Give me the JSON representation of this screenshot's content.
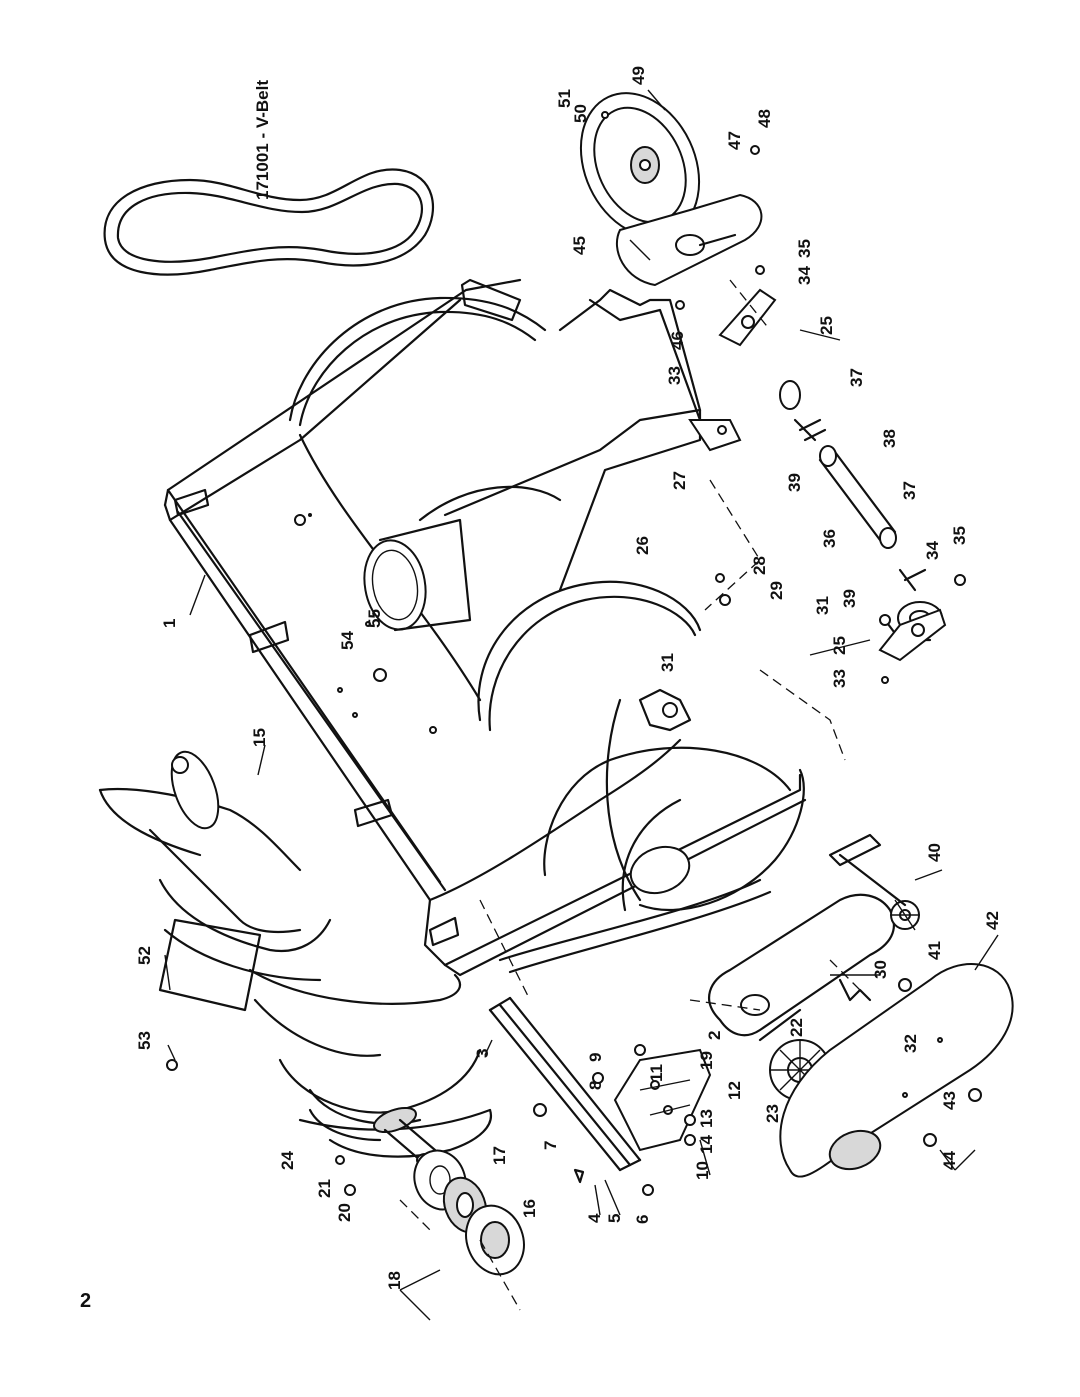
{
  "belt_caption": "171001 - V-Belt",
  "page_number": "2",
  "callouts": [
    {
      "id": "c1",
      "text": "1"
    },
    {
      "id": "c2",
      "text": "2"
    },
    {
      "id": "c3",
      "text": "3"
    },
    {
      "id": "c4",
      "text": "4"
    },
    {
      "id": "c5",
      "text": "5"
    },
    {
      "id": "c6",
      "text": "6"
    },
    {
      "id": "c7",
      "text": "7"
    },
    {
      "id": "c8",
      "text": "8"
    },
    {
      "id": "c9",
      "text": "9"
    },
    {
      "id": "c10",
      "text": "10"
    },
    {
      "id": "c11",
      "text": "11"
    },
    {
      "id": "c12",
      "text": "12"
    },
    {
      "id": "c13",
      "text": "13"
    },
    {
      "id": "c14",
      "text": "14"
    },
    {
      "id": "c15",
      "text": "15"
    },
    {
      "id": "c16",
      "text": "16"
    },
    {
      "id": "c17",
      "text": "17"
    },
    {
      "id": "c18",
      "text": "18"
    },
    {
      "id": "c19",
      "text": "19"
    },
    {
      "id": "c20",
      "text": "20"
    },
    {
      "id": "c21",
      "text": "21"
    },
    {
      "id": "c22",
      "text": "22"
    },
    {
      "id": "c23",
      "text": "23"
    },
    {
      "id": "c24",
      "text": "24"
    },
    {
      "id": "c25a",
      "text": "25"
    },
    {
      "id": "c25b",
      "text": "25"
    },
    {
      "id": "c26",
      "text": "26"
    },
    {
      "id": "c27",
      "text": "27"
    },
    {
      "id": "c28",
      "text": "28"
    },
    {
      "id": "c29",
      "text": "29"
    },
    {
      "id": "c30",
      "text": "30"
    },
    {
      "id": "c31a",
      "text": "31"
    },
    {
      "id": "c31b",
      "text": "31"
    },
    {
      "id": "c32",
      "text": "32"
    },
    {
      "id": "c33a",
      "text": "33"
    },
    {
      "id": "c33b",
      "text": "33"
    },
    {
      "id": "c34a",
      "text": "34"
    },
    {
      "id": "c34b",
      "text": "34"
    },
    {
      "id": "c35a",
      "text": "35"
    },
    {
      "id": "c35b",
      "text": "35"
    },
    {
      "id": "c36",
      "text": "36"
    },
    {
      "id": "c37a",
      "text": "37"
    },
    {
      "id": "c37b",
      "text": "37"
    },
    {
      "id": "c38",
      "text": "38"
    },
    {
      "id": "c39a",
      "text": "39"
    },
    {
      "id": "c39b",
      "text": "39"
    },
    {
      "id": "c40",
      "text": "40"
    },
    {
      "id": "c41",
      "text": "41"
    },
    {
      "id": "c42",
      "text": "42"
    },
    {
      "id": "c43",
      "text": "43"
    },
    {
      "id": "c44",
      "text": "44"
    },
    {
      "id": "c45",
      "text": "45"
    },
    {
      "id": "c46",
      "text": "46"
    },
    {
      "id": "c47",
      "text": "47"
    },
    {
      "id": "c48",
      "text": "48"
    },
    {
      "id": "c49",
      "text": "49"
    },
    {
      "id": "c50",
      "text": "50"
    },
    {
      "id": "c51",
      "text": "51"
    },
    {
      "id": "c52",
      "text": "52"
    },
    {
      "id": "c53",
      "text": "53"
    },
    {
      "id": "c54",
      "text": "54"
    },
    {
      "id": "c55",
      "text": "55"
    }
  ]
}
